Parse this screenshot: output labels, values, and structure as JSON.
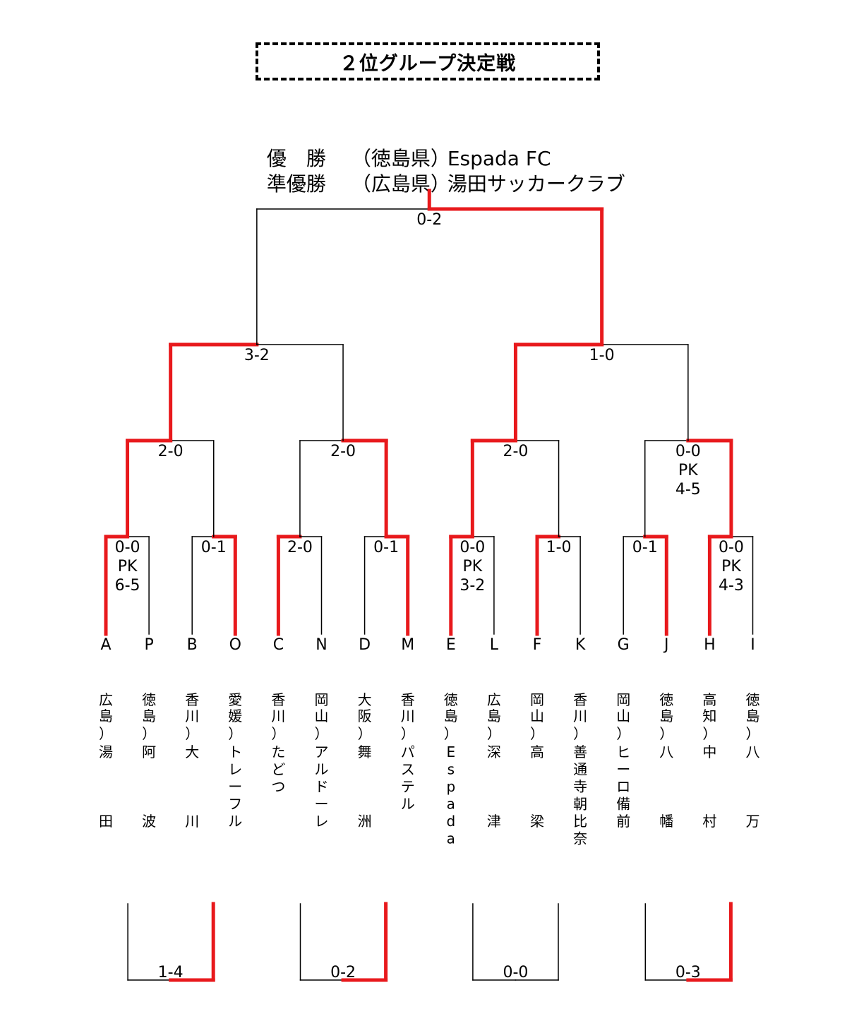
{
  "title": "２位グループ決定戦",
  "results": [
    {
      "label": "優　勝",
      "prefecture": "（徳島県）",
      "team": "Espada FC"
    },
    {
      "label": "準優勝",
      "prefecture": "（広島県）",
      "team": "湯田サッカークラブ"
    }
  ],
  "colors": {
    "winner_path": "#e8191c",
    "line": "#000000",
    "text": "#000000"
  },
  "slots": [
    {
      "letter": "A",
      "pref": "広島",
      "name": "湯　田"
    },
    {
      "letter": "P",
      "pref": "徳島",
      "name": "阿　波"
    },
    {
      "letter": "B",
      "pref": "香川",
      "name": "大　川"
    },
    {
      "letter": "O",
      "pref": "愛媛",
      "name": "トレーフル"
    },
    {
      "letter": "C",
      "pref": "香川",
      "name": "たどつ"
    },
    {
      "letter": "N",
      "pref": "岡山",
      "name": "アルドーレ"
    },
    {
      "letter": "D",
      "pref": "大阪",
      "name": "舞　洲"
    },
    {
      "letter": "M",
      "pref": "香川",
      "name": "パステル"
    },
    {
      "letter": "E",
      "pref": "徳島",
      "name": "Espada"
    },
    {
      "letter": "L",
      "pref": "広島",
      "name": "深　津"
    },
    {
      "letter": "F",
      "pref": "岡山",
      "name": "高　梁"
    },
    {
      "letter": "K",
      "pref": "香川",
      "name": "善通寺朝比奈"
    },
    {
      "letter": "G",
      "pref": "岡山",
      "name": "ヒーロ備前"
    },
    {
      "letter": "J",
      "pref": "徳島",
      "name": "八　幡"
    },
    {
      "letter": "H",
      "pref": "高知",
      "name": "中　村"
    },
    {
      "letter": "I",
      "pref": "徳島",
      "name": "八　万"
    }
  ],
  "rounds": [
    {
      "round": 1,
      "matches": [
        {
          "score": [
            "0-0",
            "PK",
            "6-5"
          ],
          "winner": "left"
        },
        {
          "score": [
            "0-1"
          ],
          "winner": "right"
        },
        {
          "score": [
            "2-0"
          ],
          "winner": "left"
        },
        {
          "score": [
            "0-1"
          ],
          "winner": "right"
        },
        {
          "score": [
            "0-0",
            "PK",
            "3-2"
          ],
          "winner": "left"
        },
        {
          "score": [
            "1-0"
          ],
          "winner": "left"
        },
        {
          "score": [
            "0-1"
          ],
          "winner": "right"
        },
        {
          "score": [
            "0-0",
            "PK",
            "4-3"
          ],
          "winner": "left"
        }
      ]
    },
    {
      "round": 2,
      "matches": [
        {
          "score": [
            "2-0"
          ],
          "winner": "left"
        },
        {
          "score": [
            "2-0"
          ],
          "winner": "right"
        },
        {
          "score": [
            "2-0"
          ],
          "winner": "left"
        },
        {
          "score": [
            "0-0",
            "PK",
            "4-5"
          ],
          "winner": "right"
        }
      ]
    },
    {
      "round": 3,
      "matches": [
        {
          "score": [
            "3-2"
          ],
          "winner": "left"
        },
        {
          "score": [
            "1-0"
          ],
          "winner": "left"
        }
      ]
    },
    {
      "round": 4,
      "matches": [
        {
          "score": [
            "0-2"
          ],
          "winner": "right"
        }
      ]
    }
  ],
  "placement_matches": [
    {
      "score": "1-4",
      "winner": "right"
    },
    {
      "score": "0-2",
      "winner": "right"
    },
    {
      "score": "0-0",
      "winner": "none"
    },
    {
      "score": "0-3",
      "winner": "right"
    }
  ]
}
